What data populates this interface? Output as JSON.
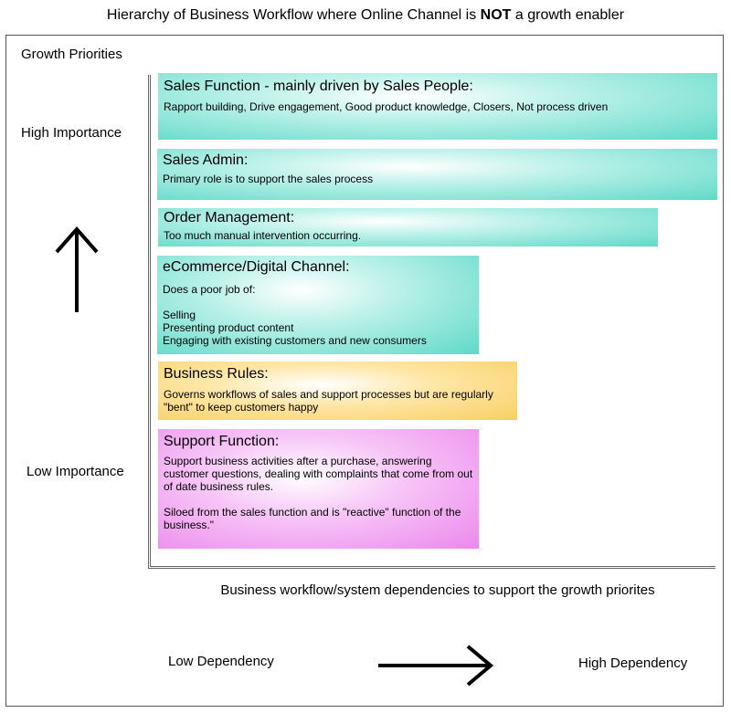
{
  "title": {
    "prefix": "Hierarchy of Business Workflow where Online Channel is ",
    "emphasis": "NOT",
    "suffix": " a growth enabler"
  },
  "y_axis": {
    "heading": "Growth Priorities",
    "high": "High Importance",
    "low": "Low Importance"
  },
  "x_axis": {
    "caption": "Business workflow/system dependencies to support the growth priorites",
    "low": "Low Dependency",
    "high": "High Dependency"
  },
  "colors": {
    "teal": "#5fd9c8",
    "yellow": "#f7cf62",
    "pink": "#ec88ec",
    "axis": "#666666"
  },
  "boxes": [
    {
      "heading": "Sales Function - mainly driven by Sales People:",
      "text": "Rapport building, Drive engagement, Good product knowledge, Closers, Not process driven"
    },
    {
      "heading": "Sales Admin:",
      "text": "Primary role is to support the sales process"
    },
    {
      "heading": "Order Management:",
      "text": "Too much manual intervention occurring."
    },
    {
      "heading": "eCommerce/Digital Channel:",
      "text": "Does a poor job of:\n\nSelling\nPresenting product content\nEngaging with existing customers and new consumers"
    },
    {
      "heading": "Business Rules:",
      "text": "Governs workflows of sales and support processes but are regularly \"bent\" to keep customers happy"
    },
    {
      "heading": "Support Function:",
      "text": "Support business activities after a purchase, answering customer questions, dealing with complaints that come from out of date business rules.\n\nSiloed from the sales function and is \"reactive\" function of the business.\""
    }
  ]
}
